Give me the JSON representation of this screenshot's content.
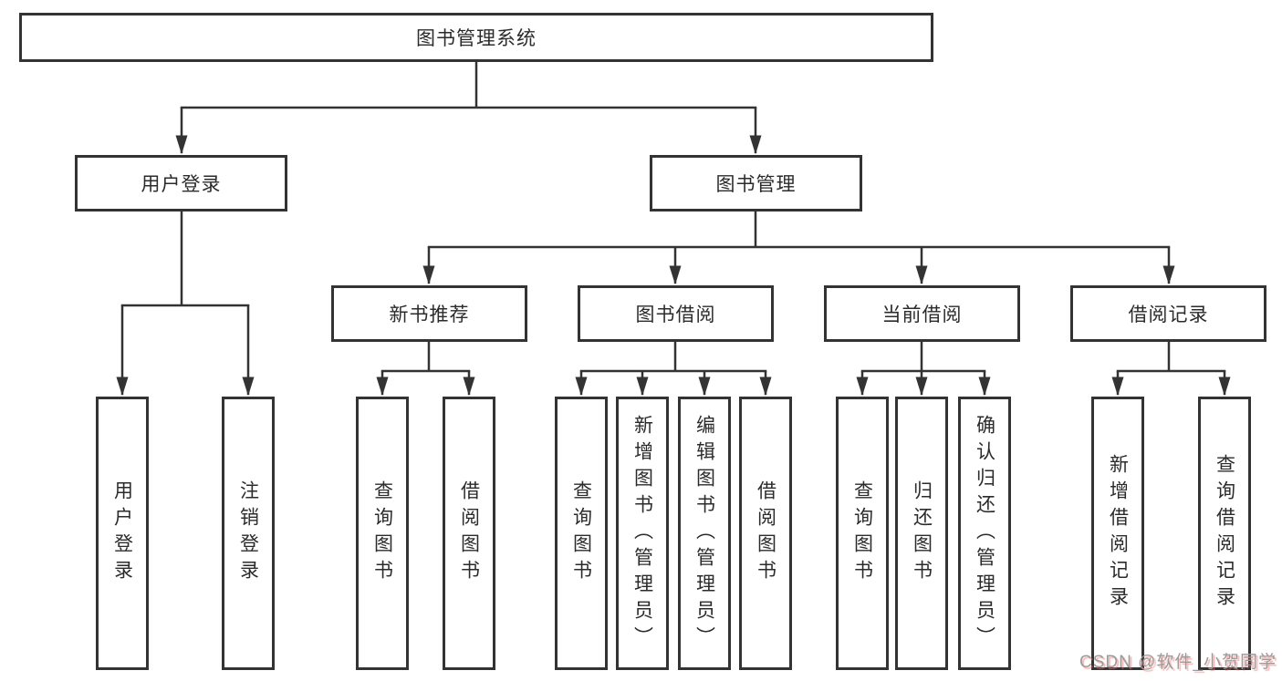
{
  "tree": {
    "root": {
      "label": "图书管理系统"
    },
    "branches": [
      {
        "label": "用户登录",
        "children": [
          {
            "label": "用户登录"
          },
          {
            "label": "注销登录"
          }
        ]
      },
      {
        "label": "图书管理",
        "children": [
          {
            "label": "新书推荐",
            "children": [
              {
                "label": "查询图书"
              },
              {
                "label": "借阅图书"
              }
            ]
          },
          {
            "label": "图书借阅",
            "children": [
              {
                "label": "查询图书"
              },
              {
                "label": "新增图书（管理员）"
              },
              {
                "label": "编辑图书（管理员）"
              },
              {
                "label": "借阅图书"
              }
            ]
          },
          {
            "label": "当前借阅",
            "children": [
              {
                "label": "查询图书"
              },
              {
                "label": "归还图书"
              },
              {
                "label": "确认归还（管理员）"
              }
            ]
          },
          {
            "label": "借阅记录",
            "children": [
              {
                "label": "新增借阅记录"
              },
              {
                "label": "查询借阅记录"
              }
            ]
          }
        ]
      }
    ]
  },
  "watermark": {
    "text": "CSDN @软件_小贺同学"
  },
  "colors": {
    "line": "#333333",
    "text": "#2b2b2b",
    "background": "#ffffff",
    "watermark_text": "#9b9b9b",
    "watermark_shadow": "#f46e6e"
  }
}
